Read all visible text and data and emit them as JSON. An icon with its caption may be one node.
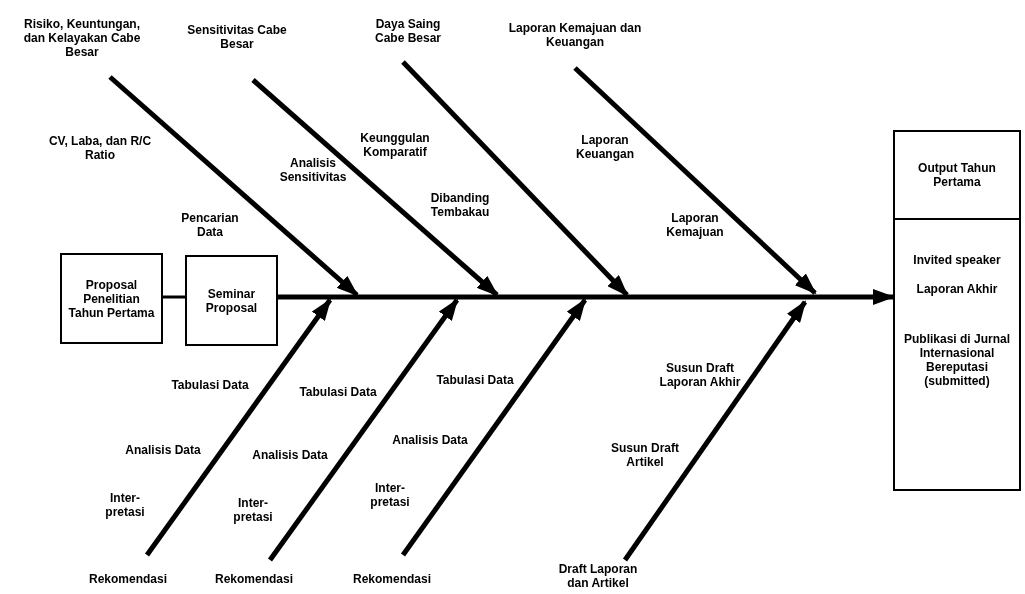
{
  "diagram": {
    "nodes": [
      {
        "text": [
          "Proposal Penelitian Tahun Pertama"
        ]
      },
      {
        "text": [
          "Seminar Proposal"
        ]
      },
      {
        "text": [
          "Output Tahun Pertama",
          "Invited speaker",
          "Laporan Akhir",
          "Publikasi di Jurnal Internasional Bereputasi (submitted)"
        ]
      },
      {
        "text": [
          "Risiko, Keuntungan, dan Kelayakan Cabe Besar"
        ]
      },
      {
        "text": [
          "Sensitivitas Cabe Besar"
        ]
      },
      {
        "text": [
          "Daya Saing Cabe Besar"
        ]
      },
      {
        "text": [
          "Laporan Kemajuan dan Keuangan"
        ]
      },
      {
        "text": [
          "Rekomendasi"
        ]
      },
      {
        "text": [
          "Rekomendasi"
        ]
      },
      {
        "text": [
          "Rekomendasi"
        ]
      },
      {
        "text": [
          "Draft Laporan dan Artikel"
        ]
      }
    ],
    "edges": [
      {
        "from": 0,
        "to": 1,
        "arrow": "none"
      },
      {
        "from": 1,
        "to": 2,
        "arrow": "to"
      },
      {
        "from": 3,
        "to": null,
        "arrow": "to"
      },
      {
        "from": 4,
        "to": null,
        "arrow": "to"
      },
      {
        "from": 5,
        "to": null,
        "arrow": "to"
      },
      {
        "from": 6,
        "to": null,
        "arrow": "to"
      },
      {
        "from": 7,
        "to": null,
        "arrow": "to"
      },
      {
        "from": 8,
        "to": null,
        "arrow": "to"
      },
      {
        "from": 9,
        "to": null,
        "arrow": "to"
      },
      {
        "from": 10,
        "to": null,
        "arrow": "to"
      }
    ],
    "labels": [
      "CV, Laba, dan R/C Ratio",
      "Keunggulan Komparatif",
      "Laporan Keuangan",
      "Analisis Sensitivitas",
      "Dibanding Tembakau",
      "Pencarian Data",
      "Laporan Kemajuan",
      "Tabulasi Data",
      "Tabulasi Data",
      "Tabulasi Data",
      "Susun Draft Laporan Akhir",
      "Analisis Data",
      "Analisis Data",
      "Analisis Data",
      "Susun Draft Artikel",
      "Inter- pretasi",
      "Inter- pretasi",
      "Inter- pretasi"
    ]
  }
}
